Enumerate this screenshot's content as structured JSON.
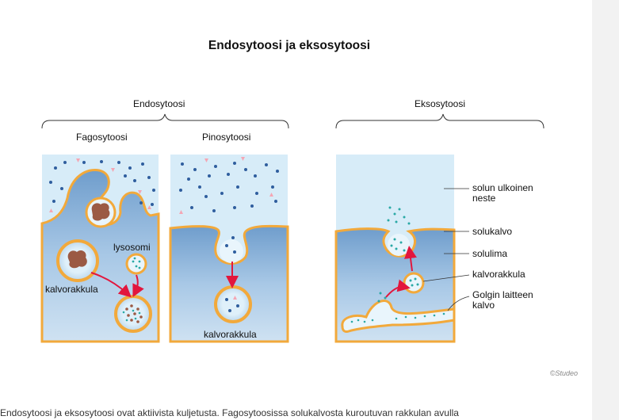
{
  "title": "Endosytoosi ja eksosytoosi",
  "groups": {
    "endo": "Endosytoosi",
    "exo": "Eksosytoosi"
  },
  "panels": {
    "phago": "Fagosytoosi",
    "pino": "Pinosytoosi"
  },
  "labels": {
    "lysosomi": "lysosomi",
    "kalvorakkula_phago": "kalvorakkula",
    "kalvorakkula_pino": "kalvorakkula",
    "ext_fluid_1": "solun ulkoinen",
    "ext_fluid_2": "neste",
    "membrane": "solukalvo",
    "cytoplasm": "solulima",
    "vesicle": "kalvorakkula",
    "golgi_1": "Golgin laitteen",
    "golgi_2": "kalvo"
  },
  "credit": "©Studeo",
  "caption": "Endosytoosi ja eksosytoosi ovat aktiivista kuljetusta. Fagosytoosissa solukalvosta kuroutuvan rakkulan avulla",
  "colors": {
    "outside": "#d7ecf8",
    "cytoplasm": "#8fb5d8",
    "membrane": "#f2a93b",
    "arrow": "#e2163d",
    "dot_blue": "#2f5e9e",
    "dot_teal": "#2aa9a6",
    "triangle_pink": "#f4a6b4",
    "particle_brown": "#9b5a44"
  }
}
